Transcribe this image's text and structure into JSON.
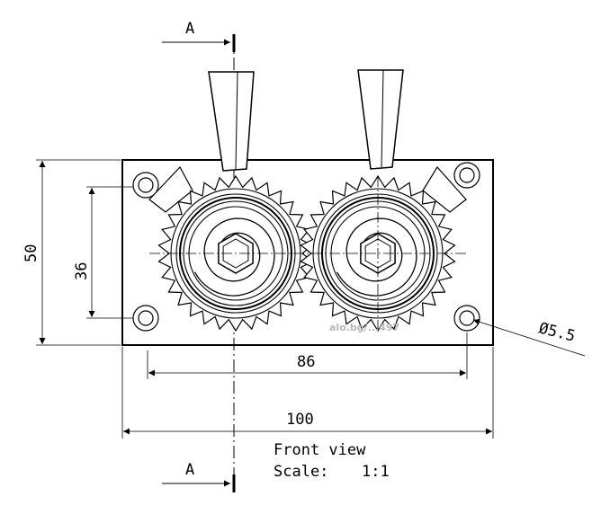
{
  "section": {
    "marker": "A"
  },
  "dimensions": {
    "overall_width": "100",
    "hole_spacing_horizontal": "86",
    "overall_height": "50",
    "hole_spacing_vertical": "36",
    "hole_diameter": "Ø5.5"
  },
  "view_label": {
    "title": "Front view",
    "scale_label": "Scale:",
    "scale_value": "1:1"
  },
  "watermark": "alo.bg/...497",
  "colors": {
    "line": "#000000",
    "watermark": "#b8b8b8",
    "background": "#ffffff"
  }
}
